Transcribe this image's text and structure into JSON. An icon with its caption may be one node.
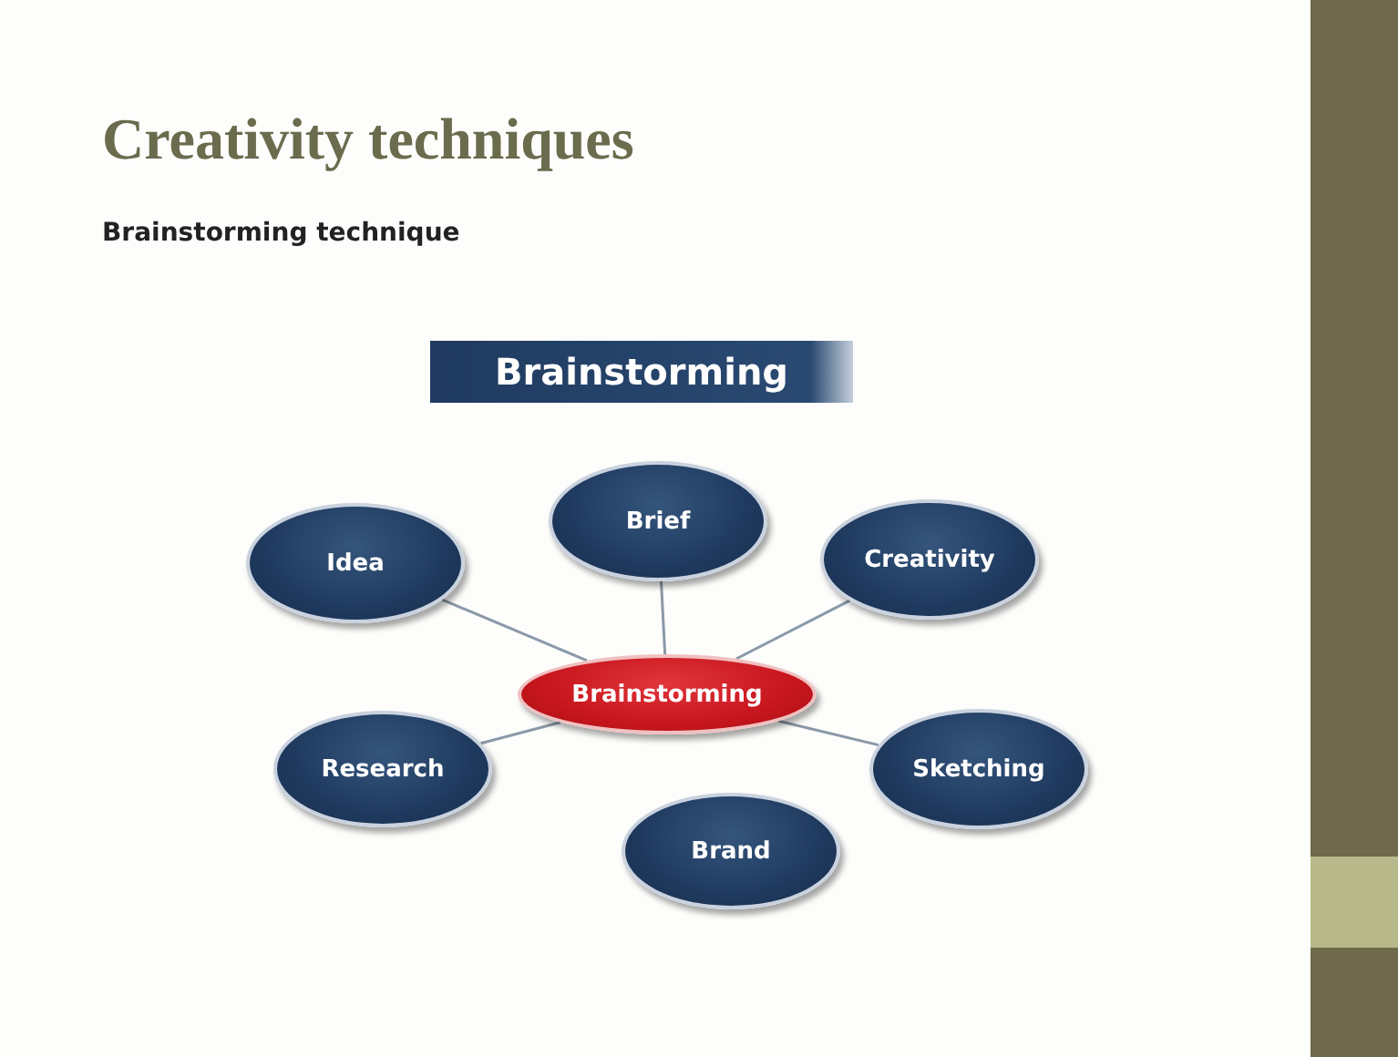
{
  "diagram": {
    "title": "Creativity techniques",
    "nodes": [
      {
        "text": [
          "Brainstorming"
        ]
      },
      {
        "text": [
          "Idea"
        ]
      },
      {
        "text": [
          "Brief"
        ]
      },
      {
        "text": [
          "Creativity"
        ]
      },
      {
        "text": [
          "Brainstorming"
        ]
      },
      {
        "text": [
          "Research"
        ]
      },
      {
        "text": [
          "Sketching"
        ]
      },
      {
        "text": [
          "Brand"
        ]
      }
    ],
    "edges": [
      {
        "from": 4,
        "to": 1,
        "arrow": "none"
      },
      {
        "from": 4,
        "to": 2,
        "arrow": "none"
      },
      {
        "from": 4,
        "to": 3,
        "arrow": "none"
      },
      {
        "from": 4,
        "to": 5,
        "arrow": "none"
      },
      {
        "from": 4,
        "to": 6,
        "arrow": "none"
      }
    ],
    "labels": [
      "Brainstorming technique"
    ]
  }
}
